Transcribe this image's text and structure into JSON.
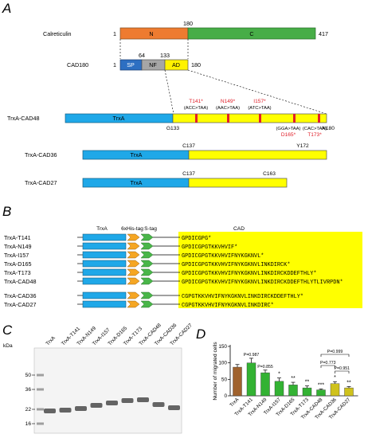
{
  "panels": {
    "a": "A",
    "b": "B",
    "c": "C",
    "d": "D"
  },
  "panel_a": {
    "calreticulin": {
      "name": "Calreticulin",
      "start": "1",
      "boundary": "180",
      "end": "417",
      "n_label": "N",
      "c_label": "C"
    },
    "cad180": {
      "name": "CAD180",
      "start": "1",
      "end": "180",
      "pos64": "64",
      "pos133": "133",
      "sp": "SP",
      "nf": "NF",
      "ad": "AD"
    },
    "trxa_cad48": {
      "name": "TrxA-CAD48",
      "trxa": "TrxA",
      "left": "G133",
      "right": "N180",
      "mutations_top": [
        {
          "name": "T141*",
          "codon": "(ACC>TAA)"
        },
        {
          "name": "N149*",
          "codon": "(AAC>TAA)"
        },
        {
          "name": "I157*",
          "codon": "(ATC>TAA)"
        }
      ],
      "mutations_bottom": [
        {
          "name": "D165*",
          "codon": "(GGA>TAA)"
        },
        {
          "name": "T173*",
          "codon": "(CAC>TAA)"
        }
      ]
    },
    "trxa_cad36": {
      "name": "TrxA-CAD36",
      "trxa": "TrxA",
      "left": "C137",
      "right": "Y172"
    },
    "trxa_cad27": {
      "name": "TrxA-CAD27",
      "trxa": "TrxA",
      "left": "C137",
      "right": "C163"
    }
  },
  "panel_b": {
    "headers": {
      "trxa": "TrxA",
      "his": "6xHis-tag",
      "s": "S-tag",
      "cad": "CAD"
    },
    "rows": [
      {
        "name": "TrxA-T141",
        "seq": "GPDICGPG*"
      },
      {
        "name": "TrxA-N149",
        "seq": "GPDICGPGTKKVHVIF*"
      },
      {
        "name": "TrxA-I157",
        "seq": "GPDICGPGTKKVHVIFNYKGKNVL*"
      },
      {
        "name": "TrxA-D165",
        "seq": "GPDICGPGTKKVHVIFNYKGKNVLINKDIRCK*"
      },
      {
        "name": "TrxA-T173",
        "seq": "GPDICGPGTKKVHVIFNYKGKNVLINKDIRCKDDEFTHLY*"
      },
      {
        "name": "TrxA-CAD48",
        "seq": "GPDICGPGTKKVHVIFNYKGKNVLINKDIRCKDDEFTHLYTLIVRPDN*"
      },
      {
        "name": "TrxA-CAD36",
        "seq": "CGPGTKKVHVIFNYKGKNVLINKDIRCKDDEFTHLY*"
      },
      {
        "name": "TrxA-CAD27",
        "seq": "CGPGTKKVHVIFNYKGKNVLINKDIRC*"
      }
    ]
  },
  "panel_c": {
    "kda_label": "kDa",
    "markers": [
      "50",
      "36",
      "22",
      "16"
    ],
    "lanes": [
      "TrxA",
      "TrxA-T141",
      "TrxA-N149",
      "TrxA-I157",
      "TrxA-D165",
      "TrxA-T173",
      "TrxA-CAD48",
      "TrxA-CAD36",
      "TrxA-CAD27"
    ]
  },
  "chart_data": {
    "type": "bar",
    "ylabel": "Number of migrated cells",
    "ylim": [
      0,
      150
    ],
    "yticks": [
      "0",
      "50",
      "100",
      "150"
    ],
    "categories": [
      "TrxA",
      "TrxA-T141",
      "TrxA-N149",
      "TrxA-I157",
      "TrxA-D165",
      "TrxA-T173",
      "TrxA-CAD48",
      "TrxA-CAD36",
      "TrxA-CAD27"
    ],
    "values": [
      87,
      100,
      70,
      44,
      33,
      24,
      18,
      37,
      24
    ],
    "errors": [
      8,
      14,
      8,
      10,
      8,
      6,
      3,
      6,
      4
    ],
    "colors": [
      "#a0622d",
      "#33b233",
      "#33b233",
      "#33b233",
      "#33b233",
      "#33b233",
      "#33b233",
      "#cfc21c",
      "#cfc21c"
    ],
    "significance": [
      "",
      "P=0.987",
      "P=0.855",
      "*",
      "**",
      "**",
      "***",
      "*",
      "**"
    ],
    "comparisons": [
      {
        "from": "TrxA-CAD48",
        "to": "TrxA-CAD36",
        "label": "P=0.773"
      },
      {
        "from": "TrxA-CAD48",
        "to": "TrxA-CAD27",
        "label": "P=0.999"
      },
      {
        "from": "TrxA-CAD36",
        "to": "TrxA-CAD27",
        "label": "P=0.951"
      }
    ]
  }
}
